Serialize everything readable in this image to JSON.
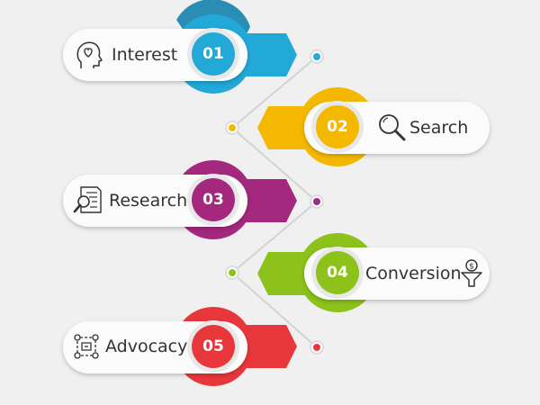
{
  "steps": [
    {
      "number": "01",
      "label": "Interest",
      "color": "#22a9d8",
      "dark": "#1483ad",
      "icon": "head-heart-icon"
    },
    {
      "number": "02",
      "label": "Search",
      "color": "#f5b800",
      "dark": "#d79a00",
      "icon": "magnifier-icon"
    },
    {
      "number": "03",
      "label": "Research",
      "color": "#a3287e",
      "dark": "#7d1c61",
      "icon": "document-magnifier-icon"
    },
    {
      "number": "04",
      "label": "Conversion",
      "color": "#8cc219",
      "dark": "#6b9b10",
      "icon": "funnel-dollar-icon"
    },
    {
      "number": "05",
      "label": "Advocacy",
      "color": "#e8373a",
      "dark": "#c02024",
      "icon": "network-people-icon"
    }
  ]
}
